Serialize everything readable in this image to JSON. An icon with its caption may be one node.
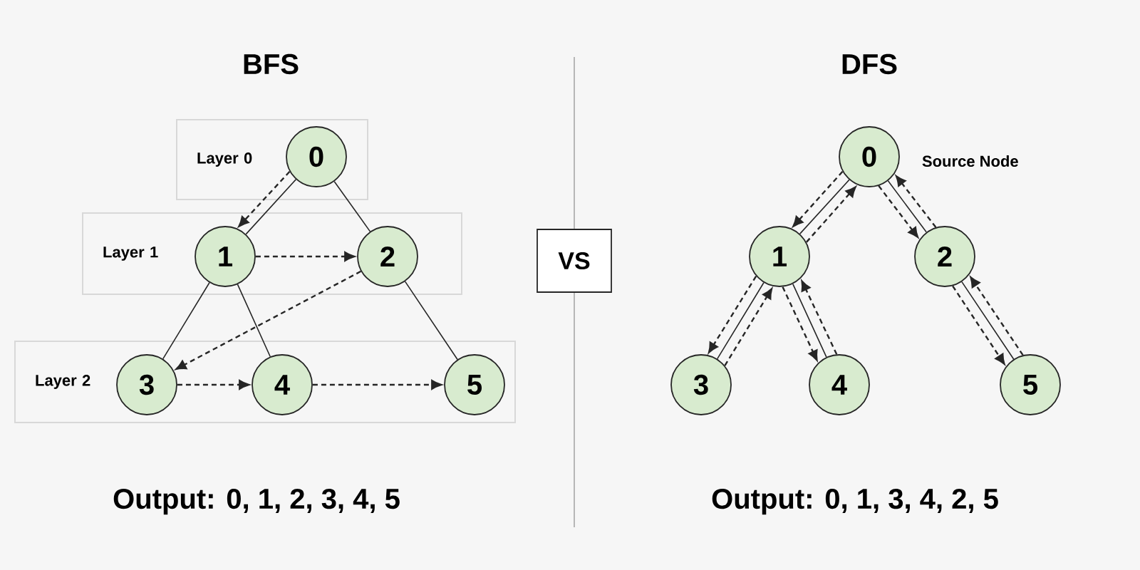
{
  "diagram": {
    "nodes": [
      {
        "text": [
          "Layer 0"
        ]
      },
      {
        "text": [
          "0"
        ],
        "in": 0
      },
      {
        "text": [
          "Layer 1"
        ]
      },
      {
        "text": [
          "1"
        ],
        "in": 2
      },
      {
        "text": [
          "2"
        ],
        "in": 2
      },
      {
        "text": [
          "Layer 2"
        ]
      },
      {
        "text": [
          "3"
        ],
        "in": 5
      },
      {
        "text": [
          "4"
        ],
        "in": 5
      },
      {
        "text": [
          "5"
        ],
        "in": 5
      },
      {
        "text": [
          "VS"
        ]
      },
      {
        "text": [
          "0"
        ],
        "beside": [
          "Source Node"
        ]
      },
      {
        "text": [
          "1"
        ]
      },
      {
        "text": [
          "2"
        ]
      },
      {
        "text": [
          "3"
        ]
      },
      {
        "text": [
          "4"
        ]
      },
      {
        "text": [
          "5"
        ]
      }
    ],
    "edges": [
      {
        "from": 1,
        "to": 3,
        "arrow": "none"
      },
      {
        "from": 1,
        "to": 4,
        "arrow": "none"
      },
      {
        "from": 3,
        "to": 6,
        "arrow": "none"
      },
      {
        "from": 3,
        "to": 7,
        "arrow": "none"
      },
      {
        "from": 4,
        "to": 8,
        "arrow": "none"
      },
      {
        "from": 1,
        "to": 3,
        "arrow": "to",
        "style": "dashed"
      },
      {
        "from": 3,
        "to": 4,
        "arrow": "to",
        "style": "dashed"
      },
      {
        "from": 4,
        "to": 6,
        "arrow": "to",
        "style": "dashed"
      },
      {
        "from": 6,
        "to": 7,
        "arrow": "to",
        "style": "dashed"
      },
      {
        "from": 7,
        "to": 8,
        "arrow": "to",
        "style": "dashed"
      },
      {
        "from": 10,
        "to": 11,
        "arrow": "none"
      },
      {
        "from": 10,
        "to": 12,
        "arrow": "none"
      },
      {
        "from": 11,
        "to": 13,
        "arrow": "none"
      },
      {
        "from": 11,
        "to": 14,
        "arrow": "none"
      },
      {
        "from": 12,
        "to": 15,
        "arrow": "none"
      },
      {
        "from": 10,
        "to": 11,
        "arrow": "to",
        "style": "dashed"
      },
      {
        "from": 11,
        "to": 13,
        "arrow": "to",
        "style": "dashed"
      },
      {
        "from": 13,
        "to": 11,
        "arrow": "to",
        "style": "dashed"
      },
      {
        "from": 11,
        "to": 14,
        "arrow": "to",
        "style": "dashed"
      },
      {
        "from": 14,
        "to": 11,
        "arrow": "to",
        "style": "dashed"
      },
      {
        "from": 11,
        "to": 10,
        "arrow": "to",
        "style": "dashed"
      },
      {
        "from": 10,
        "to": 12,
        "arrow": "to",
        "style": "dashed"
      },
      {
        "from": 12,
        "to": 15,
        "arrow": "to",
        "style": "dashed"
      },
      {
        "from": 15,
        "to": 12,
        "arrow": "to",
        "style": "dashed"
      },
      {
        "from": 12,
        "to": 10,
        "arrow": "to",
        "style": "dashed"
      }
    ],
    "labels": [
      "BFS",
      "DFS",
      "Output: 0, 1, 2, 3, 4, 5",
      "Output: 0, 1, 3, 4, 2, 5"
    ]
  }
}
